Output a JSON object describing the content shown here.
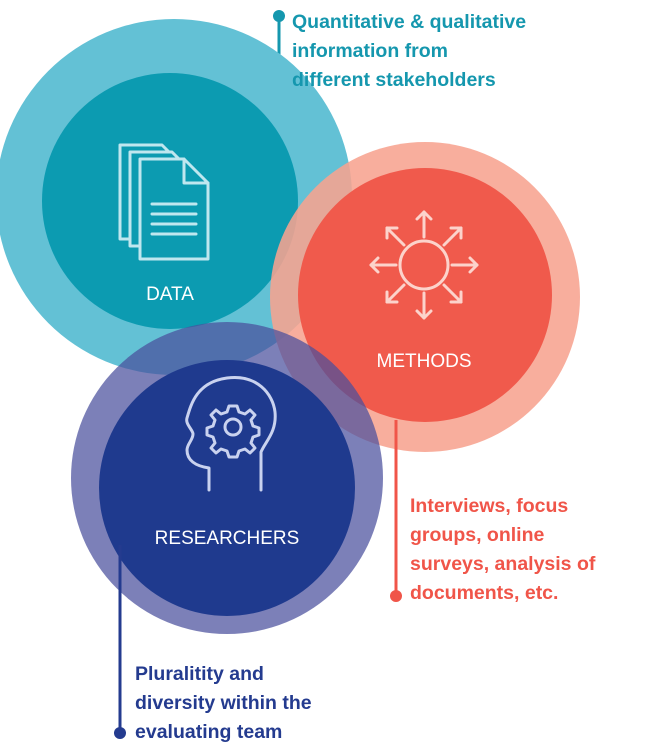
{
  "colors": {
    "data_outer": "#63c1d5",
    "data_inner": "#0c9bb1",
    "methods_outer": "#f7a390",
    "methods_inner": "#f05a4c",
    "researchers_outer": "#7b80bc",
    "researchers_inner": "#1f3a8e",
    "data_text": "#1597ae",
    "methods_text": "#f05549",
    "researchers_text": "#243b8f"
  },
  "circles": {
    "data": {
      "label": "DATA",
      "icon": "documents-icon"
    },
    "methods": {
      "label": "METHODS",
      "icon": "sun-arrows-icon"
    },
    "researchers": {
      "label": "RESEARCHERS",
      "icon": "head-gear-icon"
    }
  },
  "callouts": {
    "data": {
      "lines": [
        "Quantitative & qualitative",
        "information from",
        "different stakeholders"
      ]
    },
    "methods": {
      "lines": [
        "Interviews, focus",
        "groups, online",
        "surveys, analysis of",
        "documents, etc."
      ]
    },
    "researchers": {
      "lines": [
        "Pluralitity and",
        "diversity within the",
        "evaluating team"
      ]
    }
  }
}
